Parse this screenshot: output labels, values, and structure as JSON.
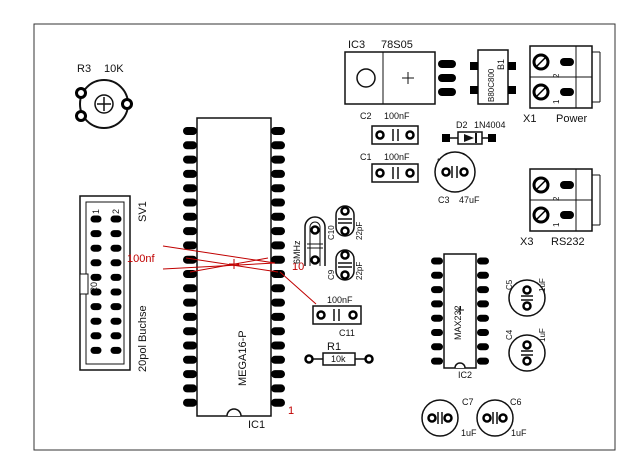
{
  "ic1": {
    "name": "MEGA16-P",
    "ref": "IC1",
    "pin1": "1",
    "pin10": "10",
    "pins_per_side": 20
  },
  "ic2": {
    "name": "MAX232",
    "ref": "IC2",
    "pins_per_side": 8
  },
  "ic3": {
    "ref": "IC3",
    "value": "78S05"
  },
  "r3": {
    "ref": "R3",
    "value": "10K"
  },
  "r1": {
    "ref": "R1",
    "value": "10k"
  },
  "b1": {
    "ref": "B1",
    "value": "B80C800"
  },
  "d2": {
    "ref": "D2",
    "value": "1N4004"
  },
  "x1": {
    "ref": "X1",
    "name": "Power",
    "pin1": "1",
    "pin2": "2"
  },
  "x3": {
    "ref": "X3",
    "name": "RS232",
    "pin1": "1",
    "pin2": "2"
  },
  "c1": {
    "ref": "C1",
    "value": "100nF"
  },
  "c2": {
    "ref": "C2",
    "value": "100nF"
  },
  "c3": {
    "ref": "C3",
    "value": "47uF"
  },
  "c4": {
    "ref": "C4",
    "value": "1uF"
  },
  "c5": {
    "ref": "C5",
    "value": "1uF"
  },
  "c6": {
    "ref": "C6",
    "value": "1uF"
  },
  "c7": {
    "ref": "C7",
    "value": "1uF"
  },
  "c9": {
    "ref": "C9",
    "value": "22pF"
  },
  "c10": {
    "ref": "C10",
    "value": "22pF"
  },
  "c11": {
    "ref": "C11",
    "value": "100nF"
  },
  "crystal": {
    "value": "6MHz"
  },
  "sv1": {
    "ref": "SV1",
    "name": "20pol Buchse",
    "pin1": "1",
    "pin2": "2",
    "pin20": "20"
  },
  "annotation": {
    "text": "100nf"
  },
  "colors": {
    "outline": "#111111",
    "pad": "#000000",
    "wire": "#c00000",
    "background": "#ffffff"
  }
}
